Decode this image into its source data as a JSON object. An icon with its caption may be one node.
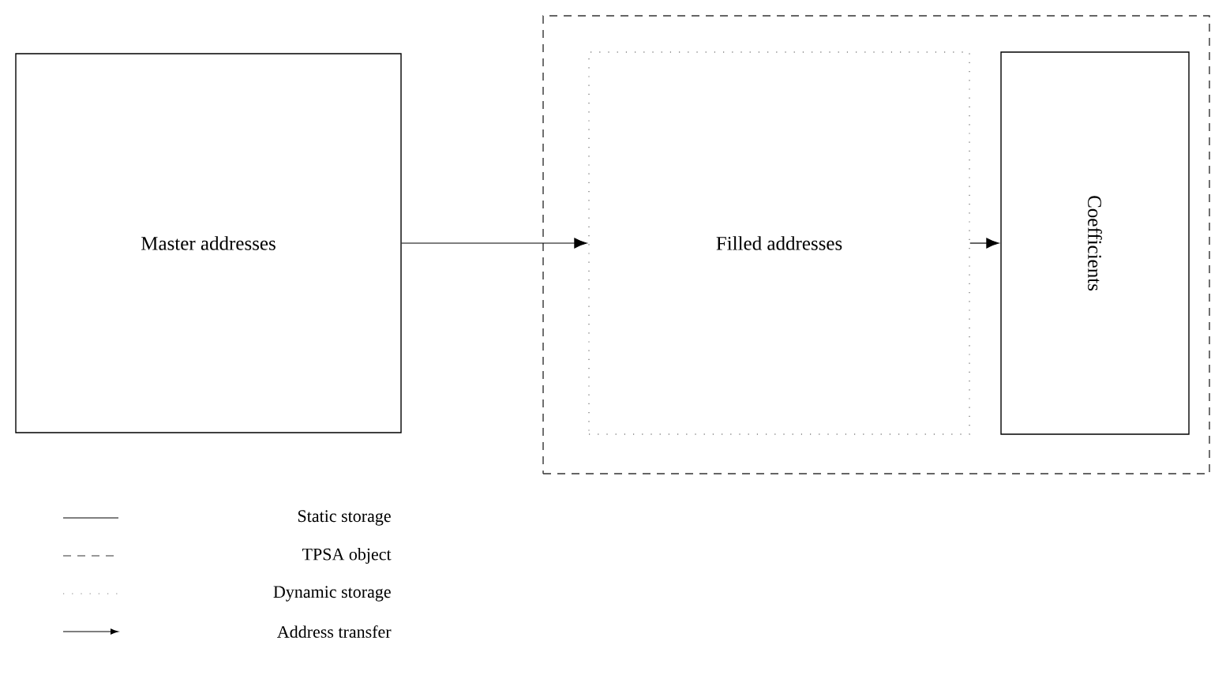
{
  "diagram": {
    "nodes": [
      {
        "text": [
          "Master addresses"
        ]
      },
      {
        "text": [],
        "shape": "box"
      },
      {
        "text": [
          "Filled addresses"
        ],
        "in": 1
      },
      {
        "text": [
          "Coefficients"
        ],
        "in": 1
      }
    ],
    "edges": [
      {
        "from": 0,
        "to": 2,
        "arrow": "to"
      },
      {
        "from": 2,
        "to": 3,
        "arrow": "to"
      }
    ],
    "legend": [
      {
        "text": "Static storage"
      },
      {
        "text": "TPSA object"
      },
      {
        "text": "Dynamic storage"
      },
      {
        "text": "Address transfer"
      }
    ]
  }
}
